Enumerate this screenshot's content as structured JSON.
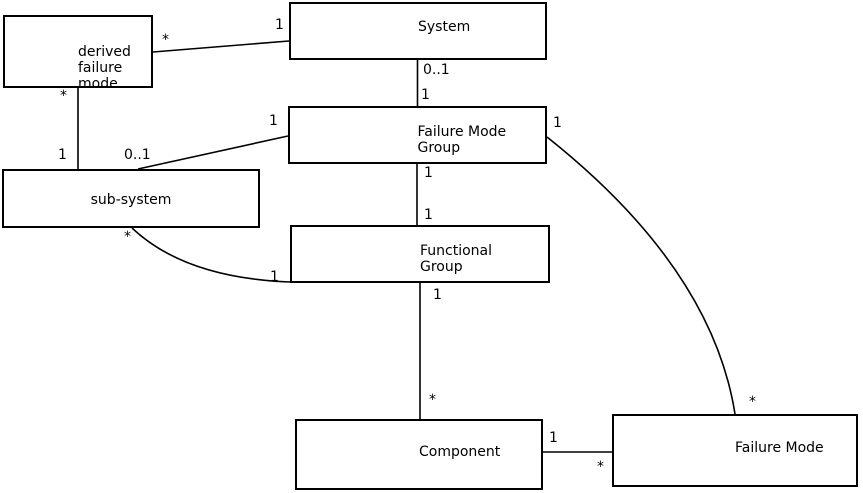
{
  "diagram": {
    "kind": "uml-class-diagram",
    "colors": {
      "background": "#ffffff",
      "stroke": "#000000",
      "text": "#000000"
    },
    "nodes": [
      {
        "id": "derived-failure-mode",
        "lines": [
          "derived",
          "failure",
          "mode"
        ]
      },
      {
        "id": "system",
        "lines": [
          "System"
        ]
      },
      {
        "id": "failure-mode-group",
        "lines": [
          "Failure Mode",
          "Group"
        ]
      },
      {
        "id": "sub-system",
        "lines": [
          "sub-system"
        ]
      },
      {
        "id": "functional-group",
        "lines": [
          "Functional",
          "Group"
        ]
      },
      {
        "id": "component",
        "lines": [
          "Component"
        ]
      },
      {
        "id": "failure-mode",
        "lines": [
          "Failure Mode"
        ]
      }
    ],
    "edges": [
      {
        "from": "derived failure mode",
        "to": "System",
        "source_label": "*",
        "target_label": "1"
      },
      {
        "from": "derived failure mode",
        "to": "sub-system",
        "source_label": "*",
        "target_label": "1"
      },
      {
        "from": "System",
        "to": "Failure Mode Group",
        "source_label": "0..1",
        "target_label": "1"
      },
      {
        "from": "sub-system",
        "to": "Failure Mode Group",
        "source_label": "0..1",
        "target_label": "1"
      },
      {
        "from": "Failure Mode Group",
        "to": "Functional Group",
        "source_label": "1",
        "target_label": "1"
      },
      {
        "from": "sub-system",
        "to": "Functional Group",
        "source_label": "*",
        "target_label": "1"
      },
      {
        "from": "Functional Group",
        "to": "Component",
        "source_label": "1",
        "target_label": "*"
      },
      {
        "from": "Component",
        "to": "Failure Mode",
        "source_label": "1",
        "target_label": "*"
      },
      {
        "from": "Failure Mode Group",
        "to": "Failure Mode",
        "source_label": "1",
        "target_label": "*"
      }
    ]
  }
}
